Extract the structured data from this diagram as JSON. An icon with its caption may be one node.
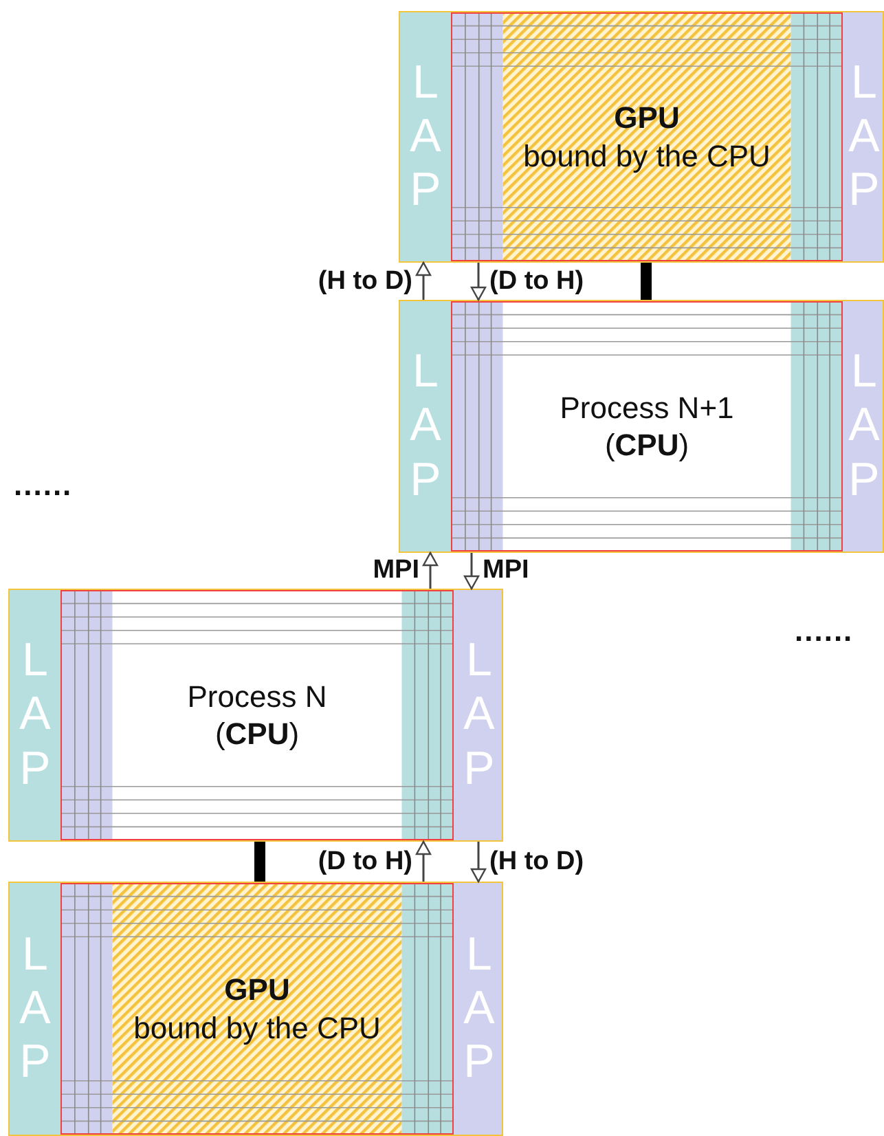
{
  "diagram": {
    "nodes": [
      {
        "text": [],
        "shape": "box"
      },
      {
        "text": [
          "LAP"
        ],
        "in": 0
      },
      {
        "text": [
          "GPU",
          "bound by the CPU"
        ],
        "in": 0
      },
      {
        "text": [
          "LAP"
        ],
        "in": 0
      },
      {
        "text": [],
        "shape": "box"
      },
      {
        "text": [
          "LAP"
        ],
        "in": 4
      },
      {
        "text": [
          "Process N+1",
          "(**CPU**)"
        ],
        "in": 4
      },
      {
        "text": [
          "LAP"
        ],
        "in": 4
      },
      {
        "text": [],
        "shape": "box"
      },
      {
        "text": [
          "LAP"
        ],
        "in": 8
      },
      {
        "text": [
          "Process N",
          "(**CPU**)"
        ],
        "in": 8
      },
      {
        "text": [
          "LAP"
        ],
        "in": 8
      },
      {
        "text": [],
        "shape": "box"
      },
      {
        "text": [
          "LAP"
        ],
        "in": 12
      },
      {
        "text": [
          "GPU",
          "bound by the CPU"
        ],
        "in": 12
      },
      {
        "text": [
          "LAP"
        ],
        "in": 12
      }
    ],
    "edges": [
      {
        "from": 4,
        "to": 0,
        "arrow": "to",
        "label": "(H to D)"
      },
      {
        "from": 0,
        "to": 4,
        "arrow": "to",
        "label": "(D to H)"
      },
      {
        "from": 2,
        "to": 6,
        "arrow": "none",
        "style": "thick",
        "color": "#000000"
      },
      {
        "from": 8,
        "to": 4,
        "arrow": "to",
        "label": "MPI"
      },
      {
        "from": 4,
        "to": 8,
        "arrow": "to",
        "label": "MPI"
      },
      {
        "from": 10,
        "to": 14,
        "arrow": "none",
        "style": "thick",
        "color": "#000000"
      },
      {
        "from": 12,
        "to": 8,
        "arrow": "to",
        "label": "(D to H)"
      },
      {
        "from": 8,
        "to": 12,
        "arrow": "to",
        "label": "(H to D)"
      }
    ],
    "labels": [
      "......",
      "......"
    ]
  }
}
